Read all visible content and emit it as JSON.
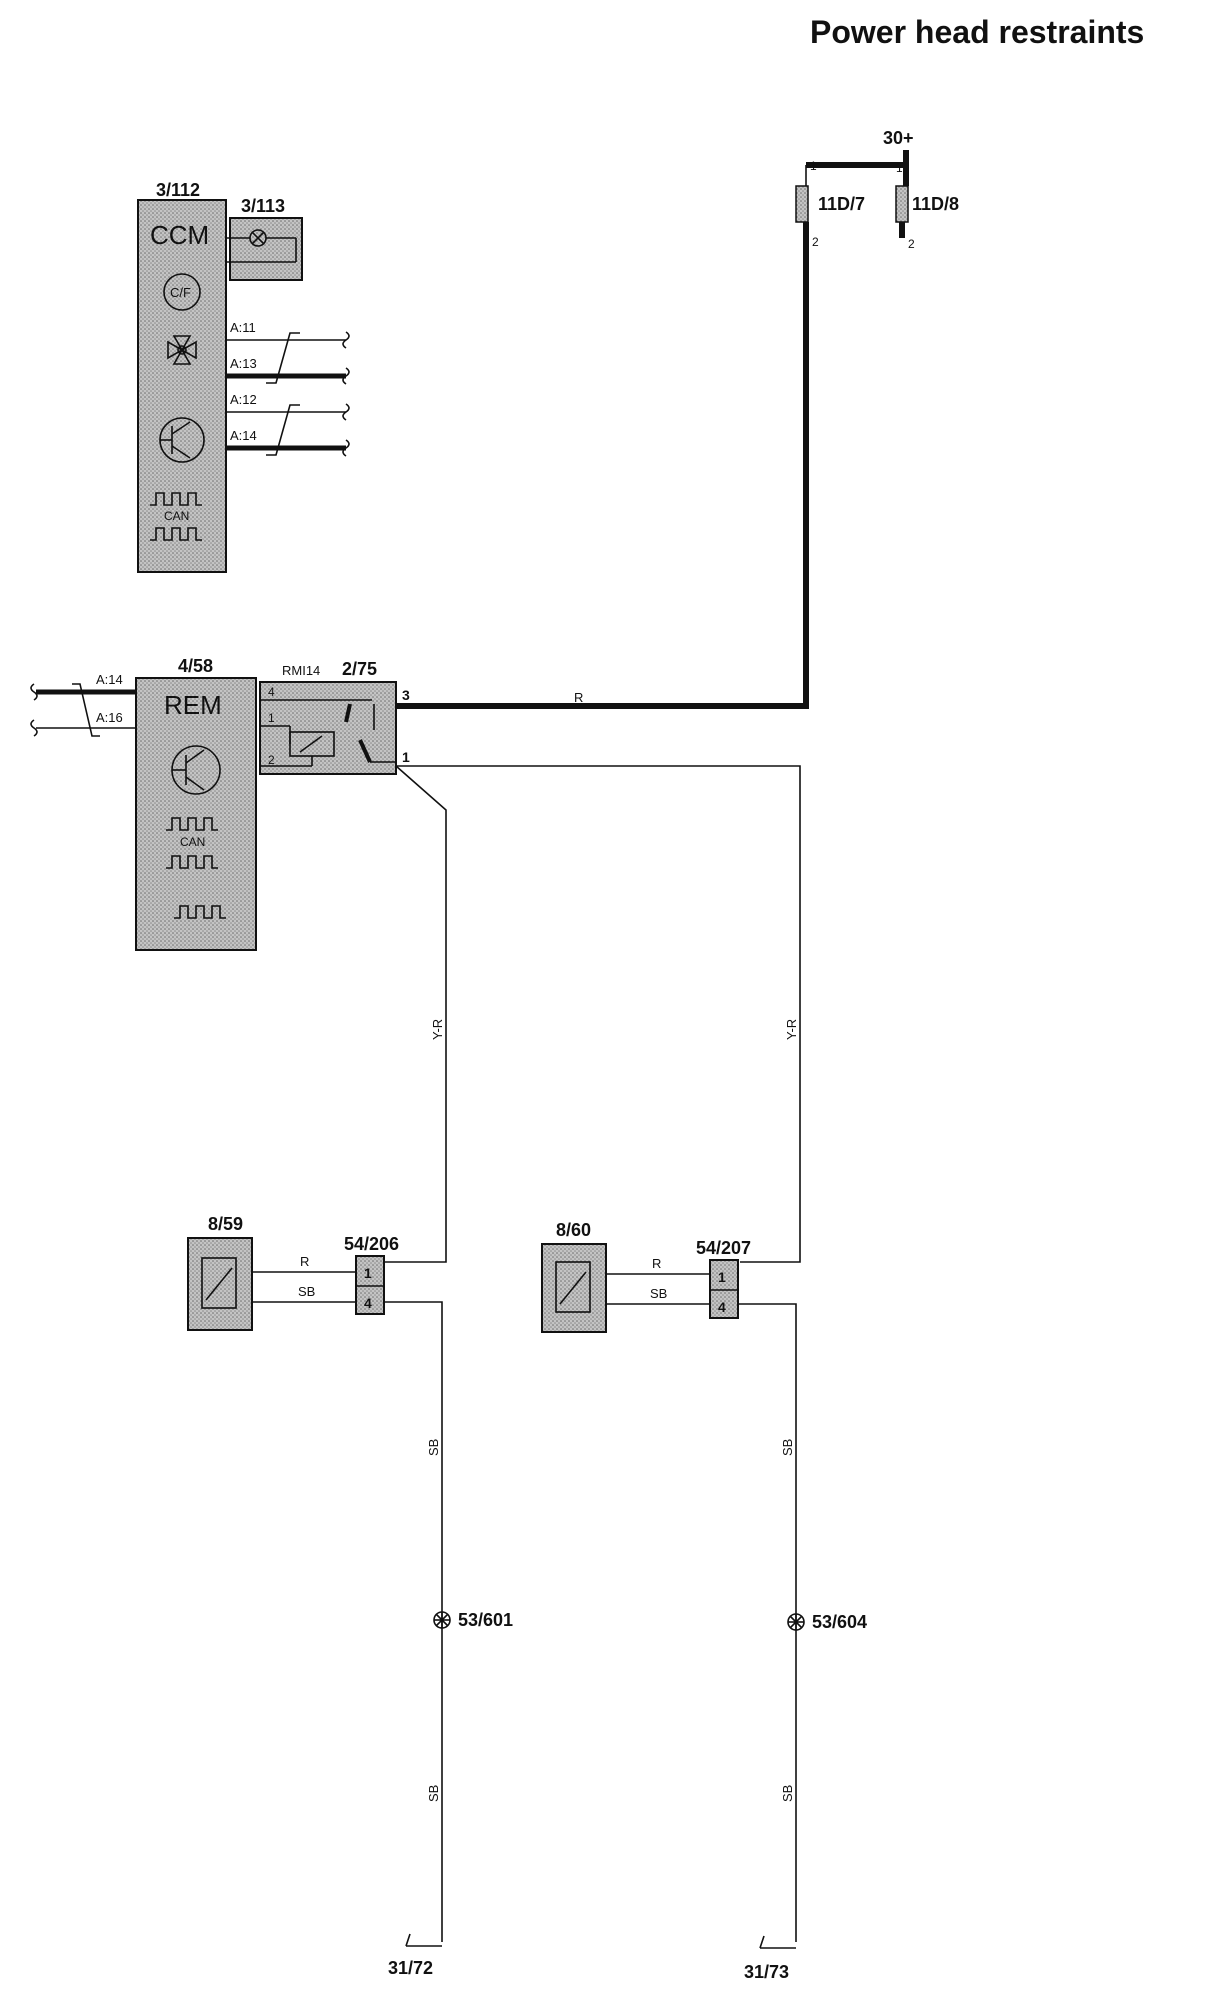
{
  "title": "Power head restraints",
  "components": {
    "ccm": {
      "id": "3/112",
      "name": "CCM",
      "can": "CAN"
    },
    "lamp": {
      "id": "3/113"
    },
    "rem": {
      "id": "4/58",
      "name": "REM",
      "can": "CAN"
    },
    "relay": {
      "id": "2/75",
      "code": "RMI14",
      "pins": [
        "4",
        "1",
        "2",
        "3",
        "1"
      ]
    },
    "power": {
      "id": "30+"
    },
    "fuse7": {
      "id": "11D/7",
      "pin_top": "1",
      "pin_bottom": "2"
    },
    "fuse8": {
      "id": "11D/8",
      "pin_top": "1",
      "pin_bottom": "2"
    },
    "motor_left": {
      "id": "8/59"
    },
    "motor_right": {
      "id": "8/60"
    },
    "conn_left": {
      "id": "54/206",
      "pins": [
        "1",
        "4"
      ]
    },
    "conn_right": {
      "id": "54/207",
      "pins": [
        "1",
        "4"
      ]
    },
    "splice_left": {
      "id": "53/601"
    },
    "splice_right": {
      "id": "53/604"
    },
    "ground_left": {
      "id": "31/72"
    },
    "ground_right": {
      "id": "31/73"
    }
  },
  "ccm_pins": [
    "A:11",
    "A:13",
    "A:12",
    "A:14"
  ],
  "rem_pins": [
    "A:14",
    "A:16"
  ],
  "wire_colors": {
    "main_feed": "R",
    "relay_out_left": "Y-R",
    "relay_out_right": "Y-R",
    "motor_left_r": "R",
    "motor_left_sb": "SB",
    "motor_right_r": "R",
    "motor_right_sb": "SB",
    "ground_left_upper": "SB",
    "ground_left_lower": "SB",
    "ground_right_upper": "SB",
    "ground_right_lower": "SB"
  },
  "icons": [
    "climate-icon",
    "fan-icon",
    "transistor-icon",
    "can-signal-icon",
    "relay-coil-icon",
    "lamp-icon",
    "motor-icon",
    "ground-icon",
    "splice-icon",
    "fuse-icon"
  ]
}
